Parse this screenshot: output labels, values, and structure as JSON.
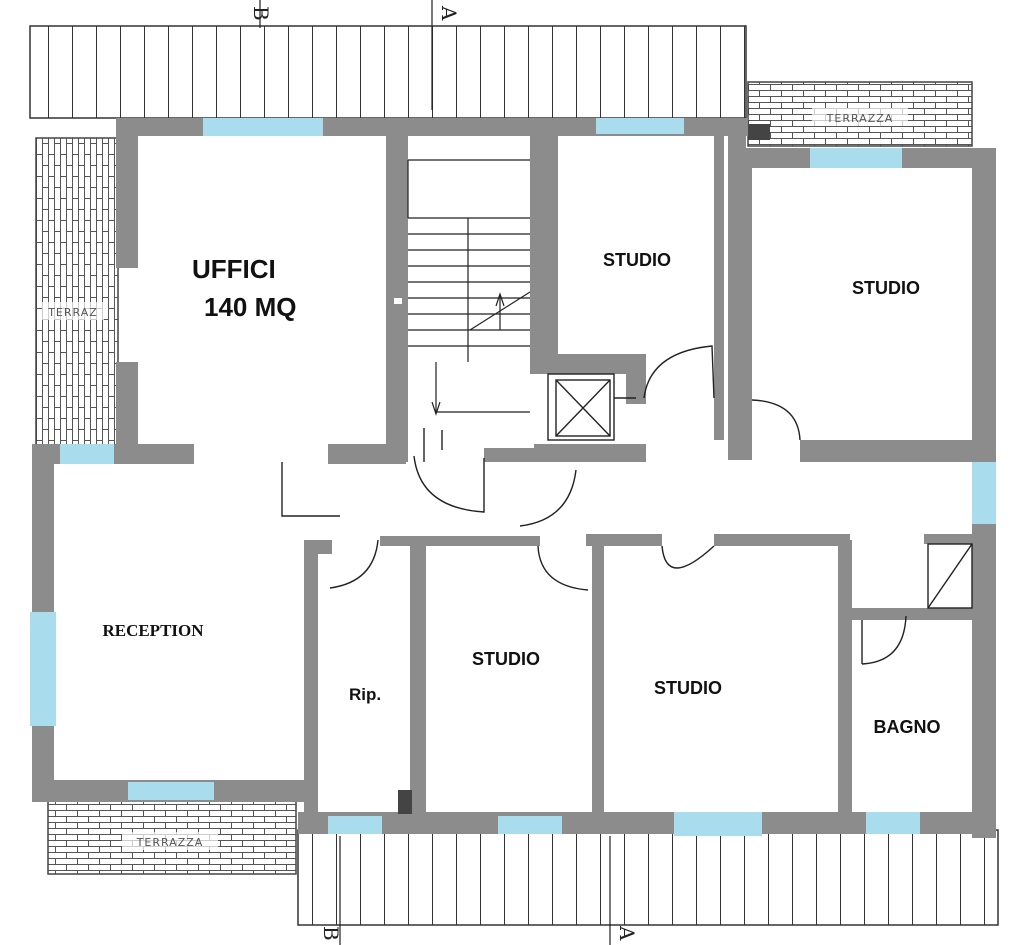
{
  "plan": {
    "title": "UFFICI",
    "area": "140 MQ",
    "rooms": {
      "studio_top_center": "STUDIO",
      "studio_top_right": "STUDIO",
      "reception": "RECEPTION",
      "ripostiglio": "Rip.",
      "studio_bottom_left": "STUDIO",
      "studio_bottom_center": "STUDIO",
      "bagno": "BAGNO"
    },
    "terraces": {
      "top_right": "TERRAZZA",
      "left": "TERRAZ",
      "bottom_left": "TERRAZZA"
    },
    "section_marks": {
      "top_b": "B",
      "top_a": "A",
      "bottom_b": "B",
      "bottom_a": "A"
    }
  },
  "colors": {
    "wall": "#8c8c8c",
    "window": "#a9dcec",
    "ink": "#111111",
    "background": "#ffffff"
  }
}
